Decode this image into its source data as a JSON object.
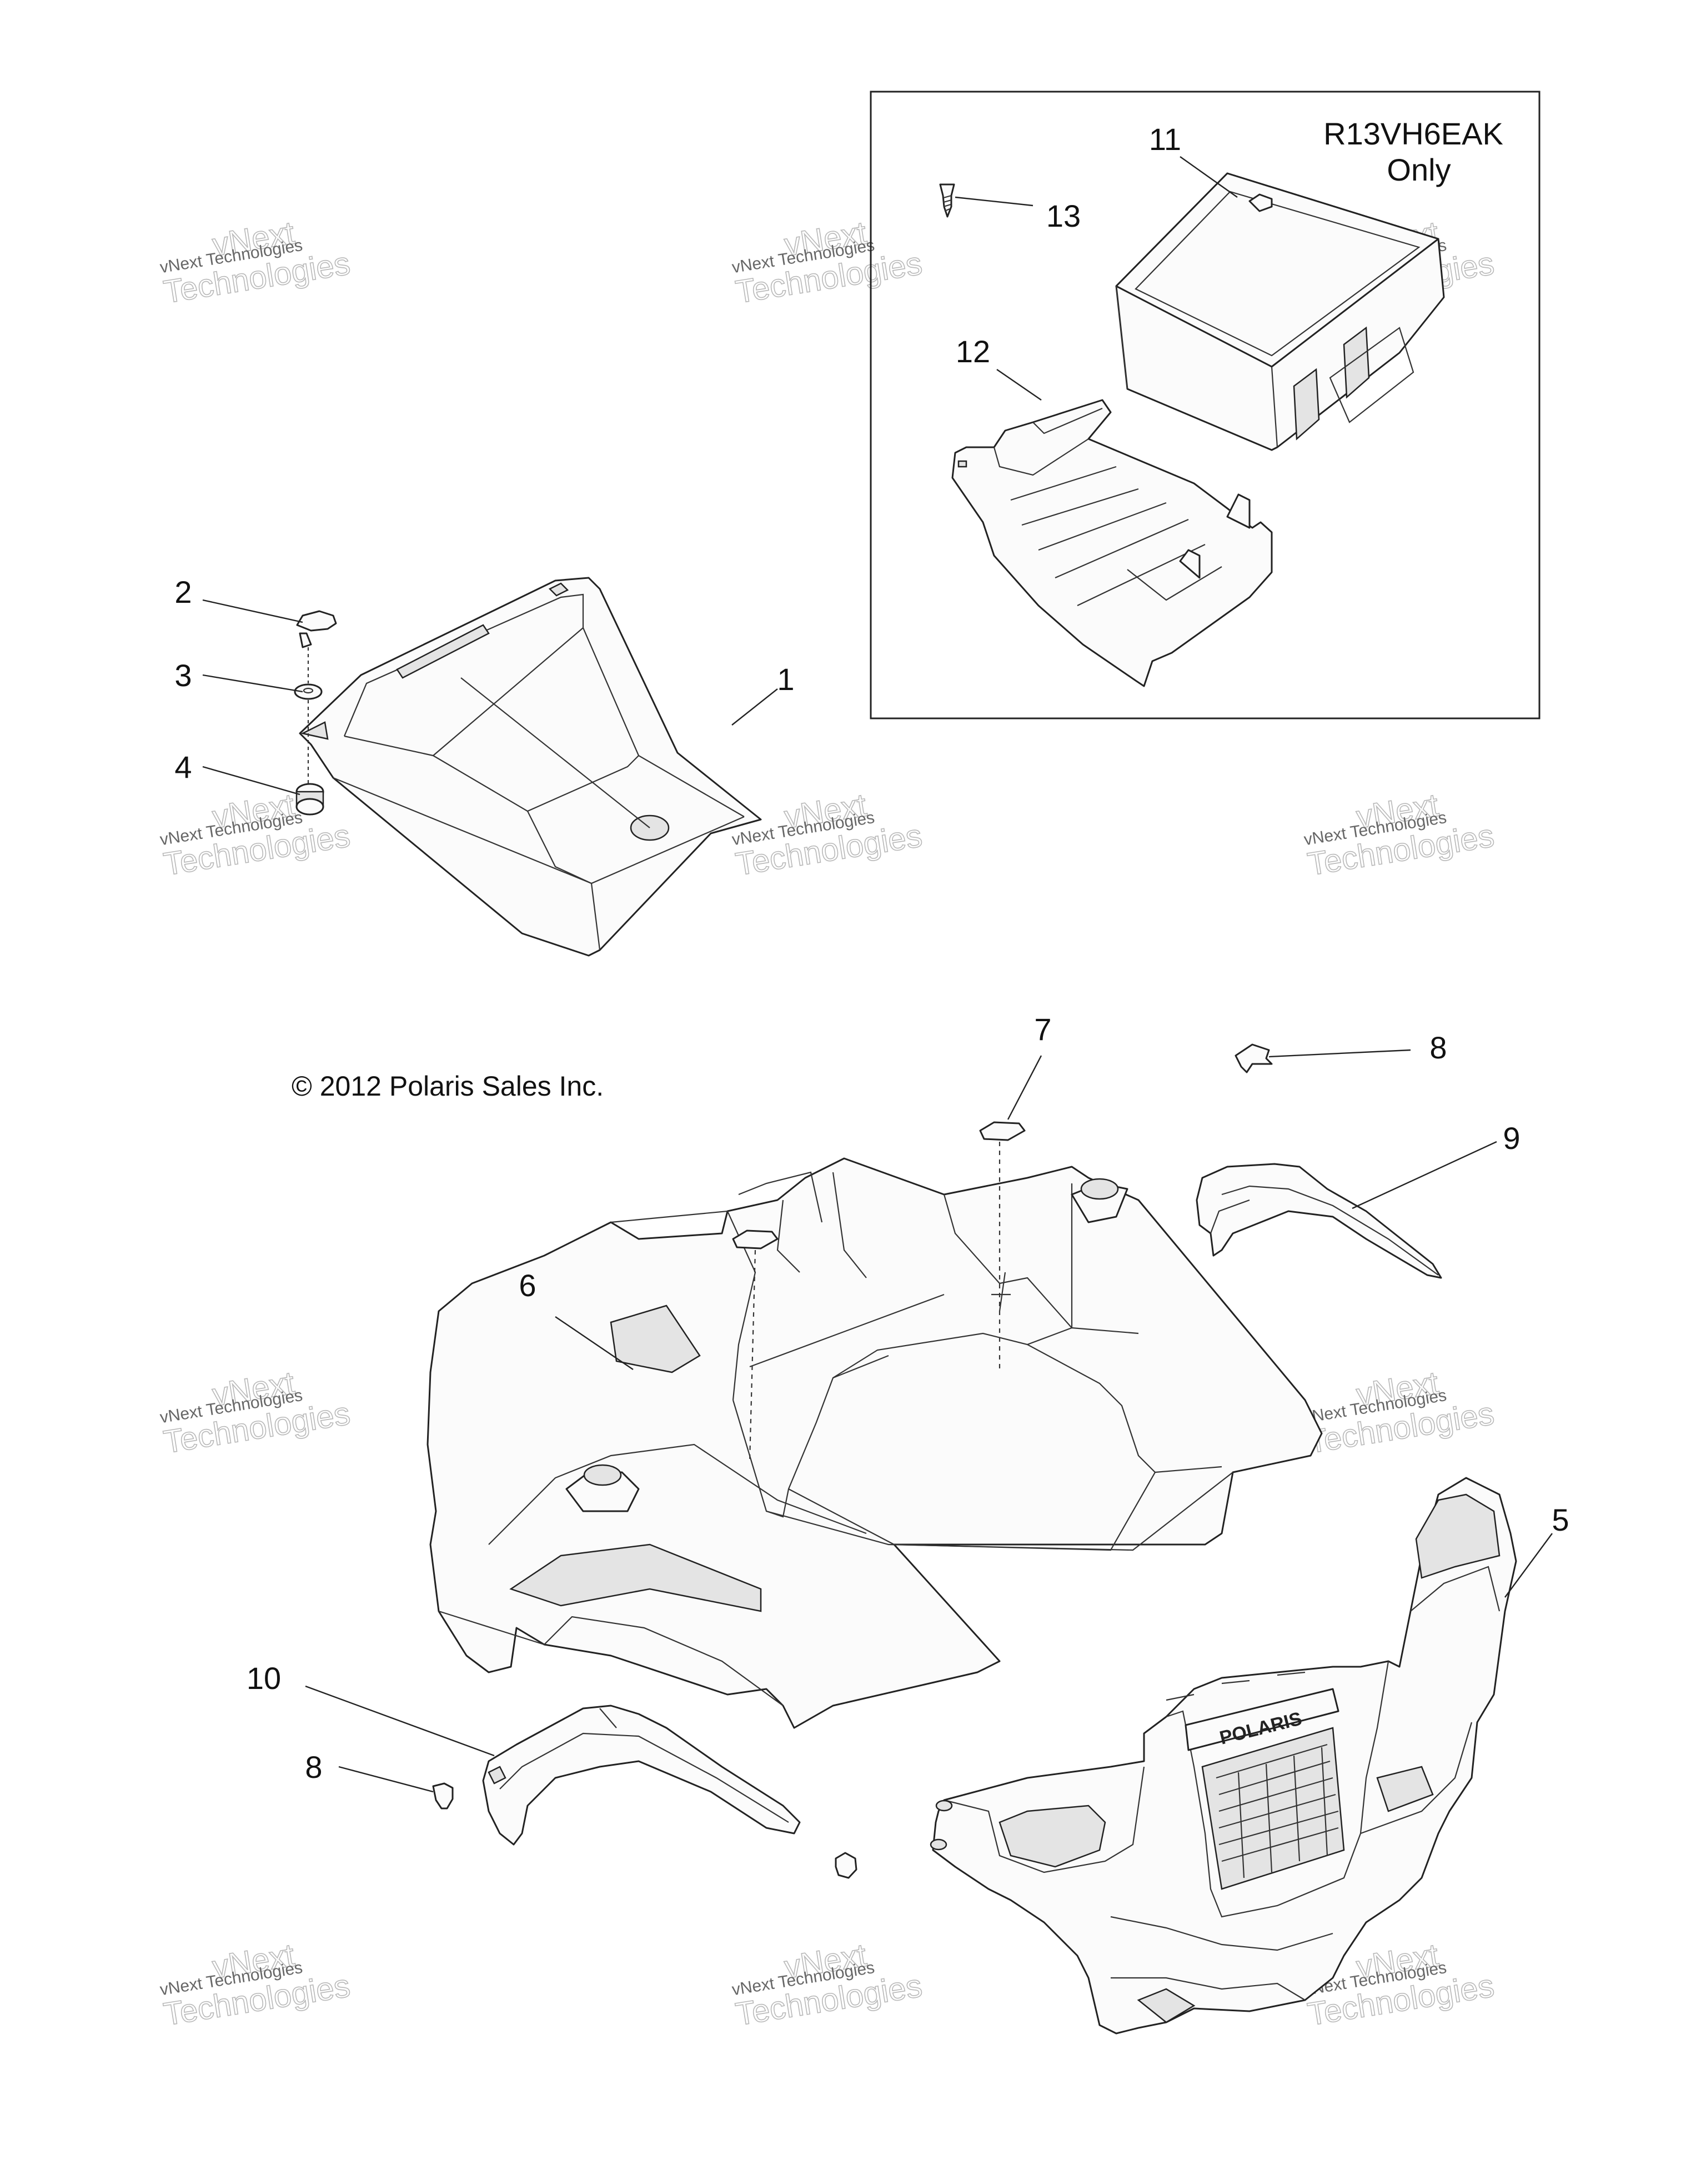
{
  "inset": {
    "note_line1": "R13VH6EAK",
    "note_line2": "Only"
  },
  "copyright": "© 2012 Polaris Sales Inc.",
  "watermark": {
    "line_small": "vNext Technologies",
    "line_big_top": "vNext",
    "line_big_bottom": "Technologies"
  },
  "logo_text": "POLARIS",
  "callouts": {
    "c1": "1",
    "c2": "2",
    "c3": "3",
    "c4": "4",
    "c5": "5",
    "c6": "6",
    "c7": "7",
    "c8a": "8",
    "c8b": "8",
    "c9": "9",
    "c10": "10",
    "c11": "11",
    "c12": "12",
    "c13": "13"
  }
}
